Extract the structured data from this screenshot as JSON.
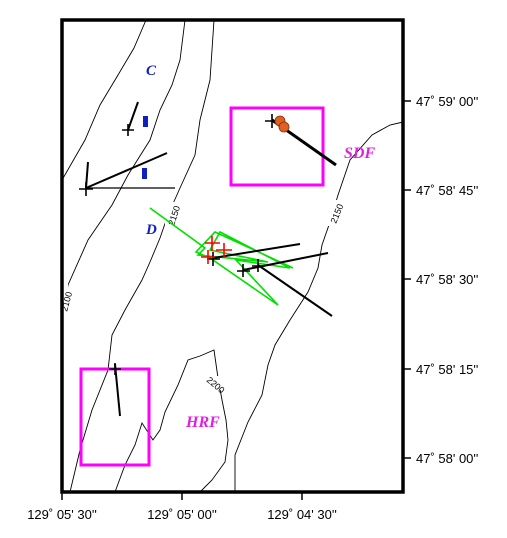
{
  "axes": {
    "latitude_ticks": [
      "47˚ 59' 00''",
      "47˚ 58' 45''",
      "47˚ 58' 30''",
      "47˚ 58' 15''",
      "47˚ 58' 00''"
    ],
    "longitude_ticks": [
      "129˚ 05' 30''",
      "129˚ 05' 00''",
      "129˚ 04' 30''"
    ]
  },
  "contour_labels": [
    "2100",
    "2150",
    "2150",
    "2200"
  ],
  "area_labels": {
    "C": {
      "text": "C",
      "color": "#1020c0"
    },
    "D": {
      "text": "D",
      "color": "#1020c0"
    },
    "SDF": {
      "text": "SDF",
      "color": "#e020e0"
    },
    "HRF": {
      "text": "HRF",
      "color": "#e020e0"
    }
  },
  "colors": {
    "frame": "#000000",
    "contour": "#000000",
    "track": "#00e000",
    "box": "#ff00ff",
    "cross_red": "#ff0000",
    "marker_orange": "#e06020",
    "marker_blue": "#1020c0"
  }
}
